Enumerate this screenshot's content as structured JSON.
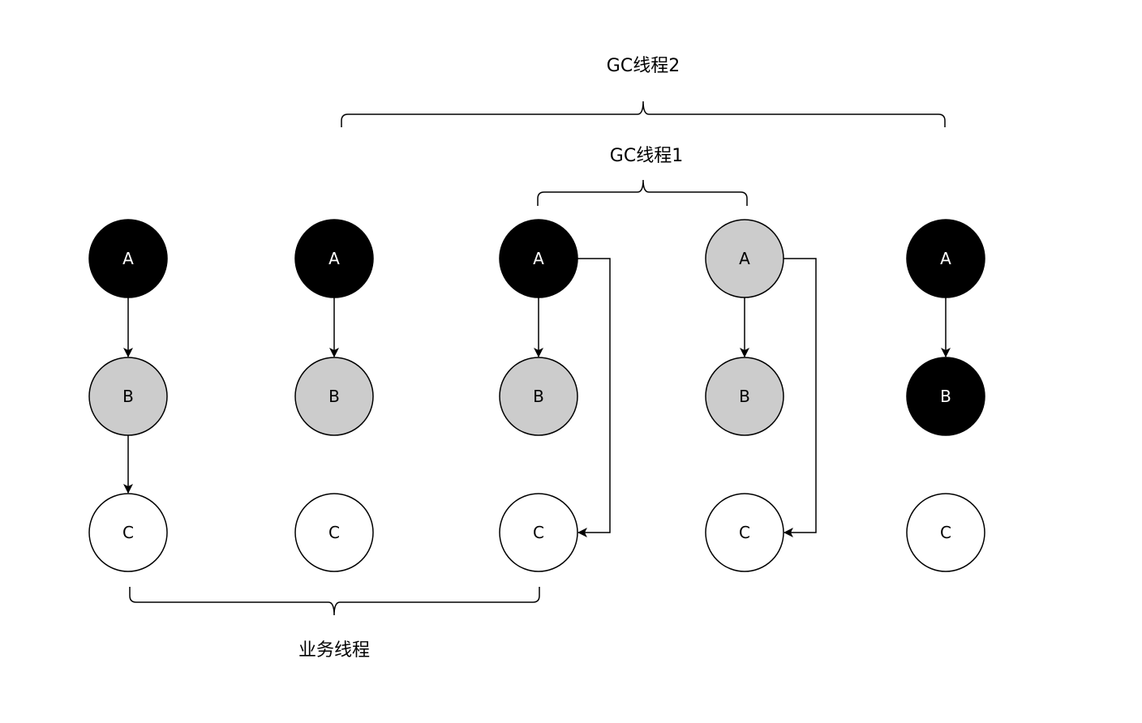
{
  "colors": {
    "black": "#000000",
    "gray": "#cccccc",
    "white": "#ffffff",
    "stroke": "#000000"
  },
  "labels": {
    "gc_thread_2": "GC线程2",
    "gc_thread_1": "GC线程1",
    "business_thread": "业务线程"
  },
  "columns": [
    {
      "nodes": [
        {
          "label": "A",
          "color": "black"
        },
        {
          "label": "B",
          "color": "gray"
        },
        {
          "label": "C",
          "color": "white"
        }
      ],
      "references": [
        "A->B",
        "B->C"
      ]
    },
    {
      "nodes": [
        {
          "label": "A",
          "color": "black"
        },
        {
          "label": "B",
          "color": "gray"
        },
        {
          "label": "C",
          "color": "white"
        }
      ],
      "references": [
        "A->B"
      ]
    },
    {
      "nodes": [
        {
          "label": "A",
          "color": "black"
        },
        {
          "label": "B",
          "color": "gray"
        },
        {
          "label": "C",
          "color": "white"
        }
      ],
      "references": [
        "A->B",
        "A->C"
      ]
    },
    {
      "nodes": [
        {
          "label": "A",
          "color": "gray"
        },
        {
          "label": "B",
          "color": "gray"
        },
        {
          "label": "C",
          "color": "white"
        }
      ],
      "references": [
        "A->B",
        "A->C"
      ]
    },
    {
      "nodes": [
        {
          "label": "A",
          "color": "black"
        },
        {
          "label": "B",
          "color": "black"
        },
        {
          "label": "C",
          "color": "white"
        }
      ],
      "references": [
        "A->B"
      ]
    }
  ]
}
